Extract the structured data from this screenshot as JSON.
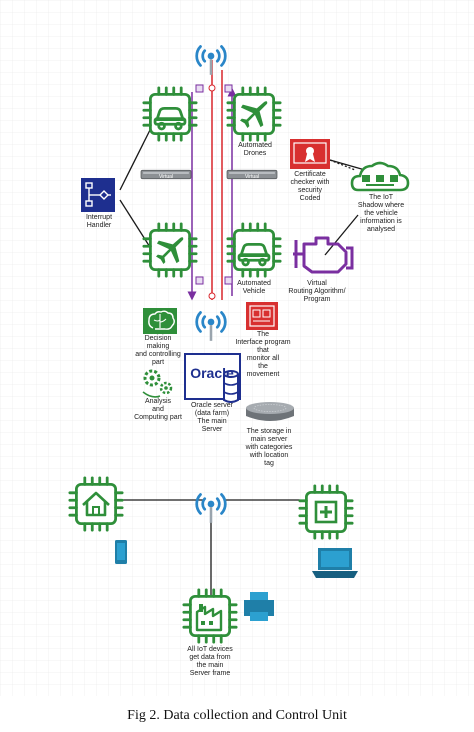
{
  "caption": "Fig 2. Data collection and Control Unit",
  "labels": {
    "automated_drones": "Automated\nDrones",
    "virtual_left": "Virtual",
    "virtual_right": "Virtual",
    "interrupt_handler": "Interrupt\nHandler",
    "automated_vehicle": "Automated\nVehicle",
    "certificate_checker": "Certificate\nchecker with\nsecurity\nCoded",
    "iot_shadow": "The IoT\nShadow where\nthe vehicle\ninformation is\nanalysed",
    "virtual_routing": "Virtual\nRouting Algorithm/\nProgram",
    "decision_making": "Decision\nmaking\nand controlling\npart",
    "interface_program": "The\nInterface program\nthat\nmonitor all\nthe\nmovement",
    "analysis_computing": "Analysis\nand\nComputing part",
    "oracle_logo": "Oracle",
    "oracle_server": "Oracle server\n(data farm)\nThe main\nServer",
    "storage_main": "The storage in\nmain server\nwith categories\nwith location\ntag",
    "all_iot_devices": "All IoT devices\nget data from\nthe main\nServer frame"
  },
  "colors": {
    "green": "#2f8f3a",
    "blue_dark": "#1e2f8f",
    "blue_wifi": "#2a86c8",
    "red_line": "#d8262c",
    "purple_line": "#7a2fa0",
    "teal_device": "#1f7fa8",
    "red_box": "#d83030",
    "grid": "#e4e4e4"
  },
  "icons": [
    "wifi-icon",
    "car-chip-icon",
    "airplane-chip-icon",
    "router-icon",
    "flowchart-icon",
    "certificate-icon",
    "cloud-iot-icon",
    "engine-icon",
    "brain-icon",
    "interface-icon",
    "gears-icon",
    "database-icon",
    "storage-disk-icon",
    "home-chip-icon",
    "hospital-chip-icon",
    "factory-chip-icon",
    "smartphone-icon",
    "laptop-icon",
    "printer-icon"
  ]
}
